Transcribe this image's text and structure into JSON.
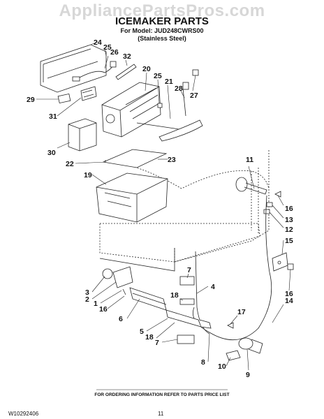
{
  "watermark": "AppliancePartsPros.com",
  "header": {
    "title": "ICEMAKER PARTS",
    "model": "For Model: JUD248CWRS00",
    "finish": "(Stainless Steel)"
  },
  "callouts": [
    "24",
    "25",
    "26",
    "32",
    "20",
    "25",
    "21",
    "28",
    "27",
    "29",
    "31",
    "30",
    "22",
    "23",
    "19",
    "11",
    "16",
    "13",
    "12",
    "15",
    "16",
    "14",
    "7",
    "4",
    "18",
    "3",
    "2",
    "1",
    "16",
    "6",
    "5",
    "18",
    "7",
    "17",
    "8",
    "10",
    "9"
  ],
  "footer": {
    "note": "FOR ORDERING INFORMATION REFER TO PARTS PRICE LIST",
    "doc_number": "W10292406",
    "page_number": "11"
  }
}
